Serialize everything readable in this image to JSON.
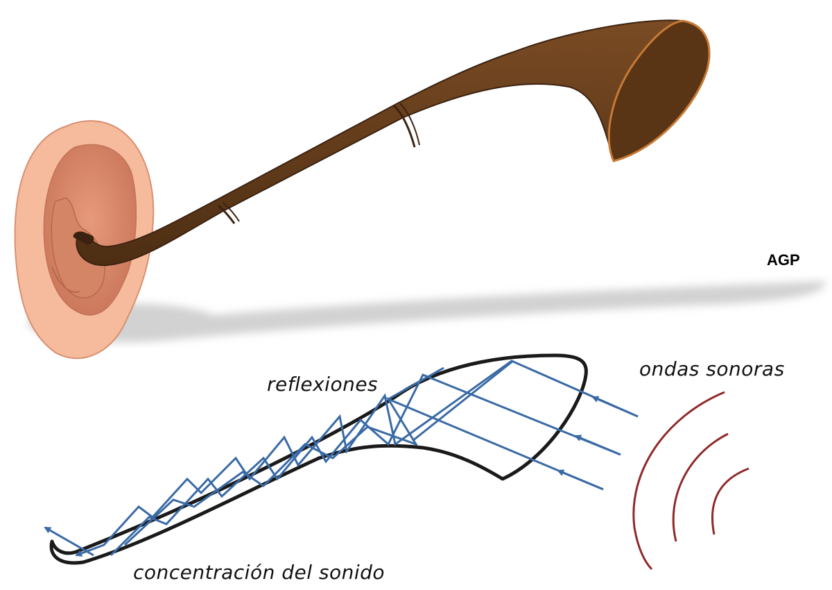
{
  "credit": "AGP",
  "labels": {
    "reflections": "reflexiones",
    "sound_waves": "ondas sonoras",
    "sound_concentration": "concentración del sonido"
  },
  "colors": {
    "horn_brown": "#6b4220",
    "horn_dark": "#4a2c12",
    "horn_rim": "#c77a36",
    "ear_skin": "#f4b899",
    "ear_inner": "#d9876a",
    "ray_blue": "#3a6aa5",
    "outline": "#1a1a1a",
    "wave_red": "#8e2a2a",
    "shadow": "#d4d4d4"
  },
  "icons": [
    "ear-illustration",
    "ear-trumpet-horn",
    "horn-cross-section",
    "sound-wave-arcs"
  ]
}
